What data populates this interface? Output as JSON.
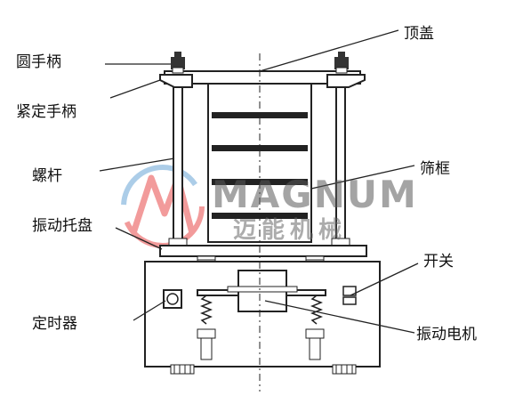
{
  "labels": {
    "top_cover": "顶盖",
    "round_handle": "圆手柄",
    "tighten_handle": "紧定手柄",
    "screw_rod": "螺杆",
    "sieve_frame": "筛框",
    "vibration_tray": "振动托盘",
    "switch": "开关",
    "timer": "定时器",
    "vibration_motor": "振动电机"
  },
  "watermark": {
    "brand": "MAGNUM",
    "chinese": "迈能机械",
    "colors": {
      "red": "#e94b4b",
      "blue": "#6aa6d6",
      "gray": "#5a5a5a"
    }
  }
}
